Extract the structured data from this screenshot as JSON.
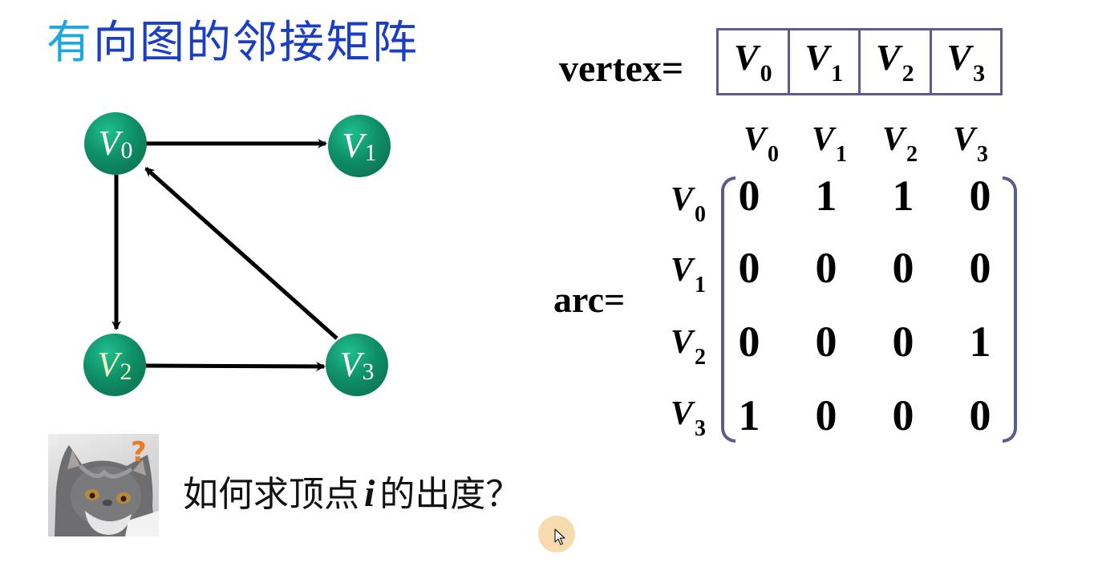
{
  "slide": {
    "title_first_char": "有",
    "title_rest": "向图的邻接矩阵",
    "colors": {
      "title_accent": "#1fa6df",
      "title_main": "#1a3fc4",
      "node_fill": "#0f8f66",
      "matrix_border": "#5d5a8e",
      "cursor_halo": "#f7d6a6"
    }
  },
  "vertex": {
    "label": "vertex=",
    "cells": [
      {
        "v": "V",
        "sub": "0"
      },
      {
        "v": "V",
        "sub": "1"
      },
      {
        "v": "V",
        "sub": "2"
      },
      {
        "v": "V",
        "sub": "3"
      }
    ]
  },
  "graph": {
    "nodes": [
      {
        "id": "V0",
        "v": "V",
        "sub": "0"
      },
      {
        "id": "V1",
        "v": "V",
        "sub": "1"
      },
      {
        "id": "V2",
        "v": "V",
        "sub": "2"
      },
      {
        "id": "V3",
        "v": "V",
        "sub": "3"
      }
    ],
    "edges": [
      {
        "from": "V0",
        "to": "V1"
      },
      {
        "from": "V0",
        "to": "V2"
      },
      {
        "from": "V2",
        "to": "V3"
      },
      {
        "from": "V3",
        "to": "V0"
      }
    ]
  },
  "arc": {
    "label": "arc=",
    "col_headers": [
      {
        "v": "V",
        "sub": "0"
      },
      {
        "v": "V",
        "sub": "1"
      },
      {
        "v": "V",
        "sub": "2"
      },
      {
        "v": "V",
        "sub": "3"
      }
    ],
    "row_headers": [
      {
        "v": "V",
        "sub": "0"
      },
      {
        "v": "V",
        "sub": "1"
      },
      {
        "v": "V",
        "sub": "2"
      },
      {
        "v": "V",
        "sub": "3"
      }
    ],
    "matrix": [
      [
        "0",
        "1",
        "1",
        "0"
      ],
      [
        "0",
        "0",
        "0",
        "0"
      ],
      [
        "0",
        "0",
        "0",
        "1"
      ],
      [
        "1",
        "0",
        "0",
        "0"
      ]
    ]
  },
  "question": {
    "prefix": "如何求顶点",
    "variable": "i",
    "suffix": "的出度？",
    "image": "confused-cat-icon"
  }
}
